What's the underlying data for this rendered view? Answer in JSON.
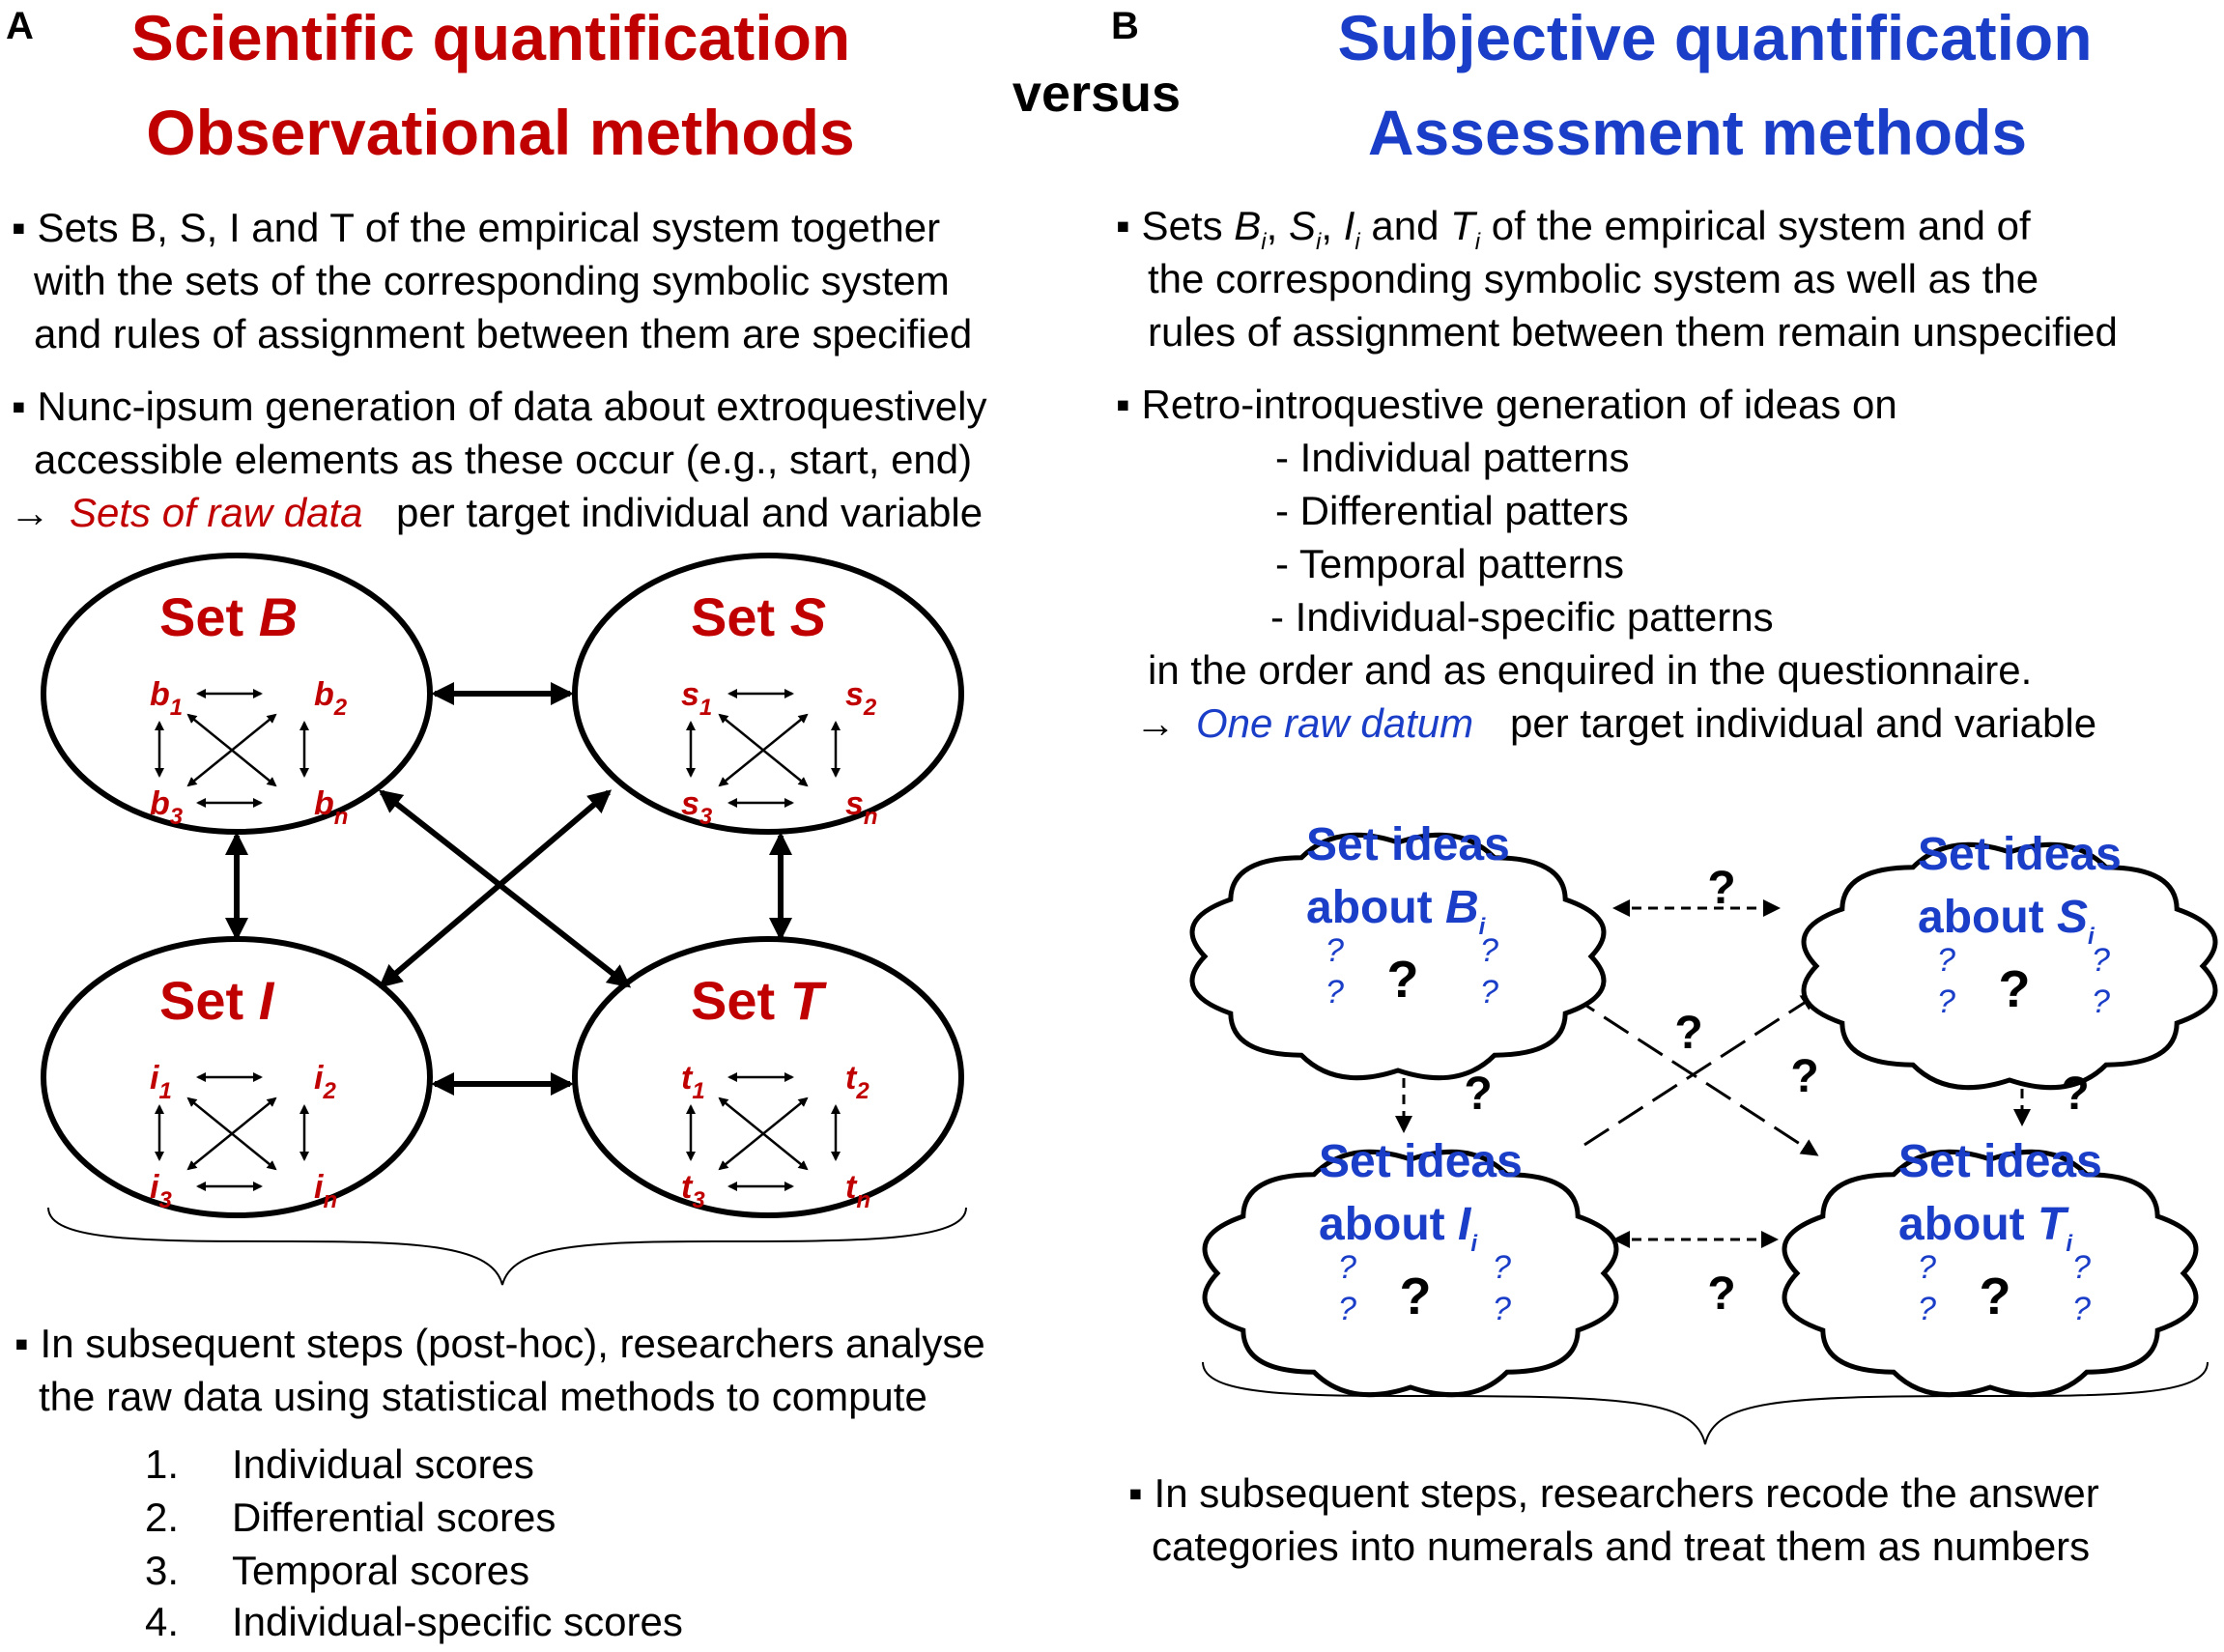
{
  "panel_a": {
    "letter": "A",
    "title_line1": "Scientific quantification",
    "title_line2": "Observational methods",
    "bullet1": [
      "▪ Sets B, S, I and T of the empirical system together",
      "with the sets of the corresponding symbolic system",
      "and rules of assignment between them are specified"
    ],
    "bullet2": [
      "▪ Nunc-ipsum generation of data about extroquestively",
      "accessible elements as these occur (e.g., start, end)"
    ],
    "arrow_emph": "Sets of raw data",
    "arrow_rest": "per target individual and variable",
    "sets": [
      {
        "label": "Set B",
        "elems": [
          "b1",
          "b2",
          "b3",
          "bn"
        ]
      },
      {
        "label": "Set S",
        "elems": [
          "s1",
          "s2",
          "s3",
          "sn"
        ]
      },
      {
        "label": "Set I",
        "elems": [
          "i1",
          "i2",
          "i3",
          "in"
        ]
      },
      {
        "label": "Set T",
        "elems": [
          "t1",
          "t2",
          "t3",
          "tn"
        ]
      }
    ],
    "bullet3": [
      "▪ In subsequent steps (post-hoc), researchers analyse",
      "the raw data using statistical methods to compute"
    ],
    "list": [
      {
        "num": "1.",
        "text": "Individual scores"
      },
      {
        "num": "2.",
        "text": "Differential scores"
      },
      {
        "num": "3.",
        "text": "Temporal scores"
      },
      {
        "num": "4.",
        "text": "Individual-specific scores"
      }
    ]
  },
  "versus": "versus",
  "panel_b": {
    "letter": "B",
    "title_line1": "Subjective quantification",
    "title_line2": "Assessment methods",
    "bullet1_line1_pre": "▪ Sets ",
    "bullet1_line1_post": " of the empirical system and of",
    "bullet1_rest": [
      "the corresponding symbolic system as well as the",
      "rules of assignment between them remain unspecified"
    ],
    "bullet2": "▪ Retro-introquestive generation of ideas on",
    "sub_items": [
      "- Individual patterns",
      "- Differential patters",
      "- Temporal patterns",
      "- Individual-specific patterns"
    ],
    "order_line": "in the order and as enquired in the questionnaire.",
    "arrow_emph": "One raw datum",
    "arrow_rest": "per target individual and variable",
    "clouds": [
      {
        "line1": "Set ideas",
        "line2": "about B",
        "sub": "i"
      },
      {
        "line1": "Set ideas",
        "line2": "about S",
        "sub": "i"
      },
      {
        "line1": "Set ideas",
        "line2": "about I",
        "sub": "i"
      },
      {
        "line1": "Set ideas",
        "line2": "about T",
        "sub": "i"
      }
    ],
    "q": "?",
    "bullet3": [
      "▪ In subsequent steps, researchers recode the answer",
      "categories into numerals and treat them as numbers"
    ]
  },
  "colors": {
    "red": "#c00000",
    "blue": "#1a3ec8"
  }
}
